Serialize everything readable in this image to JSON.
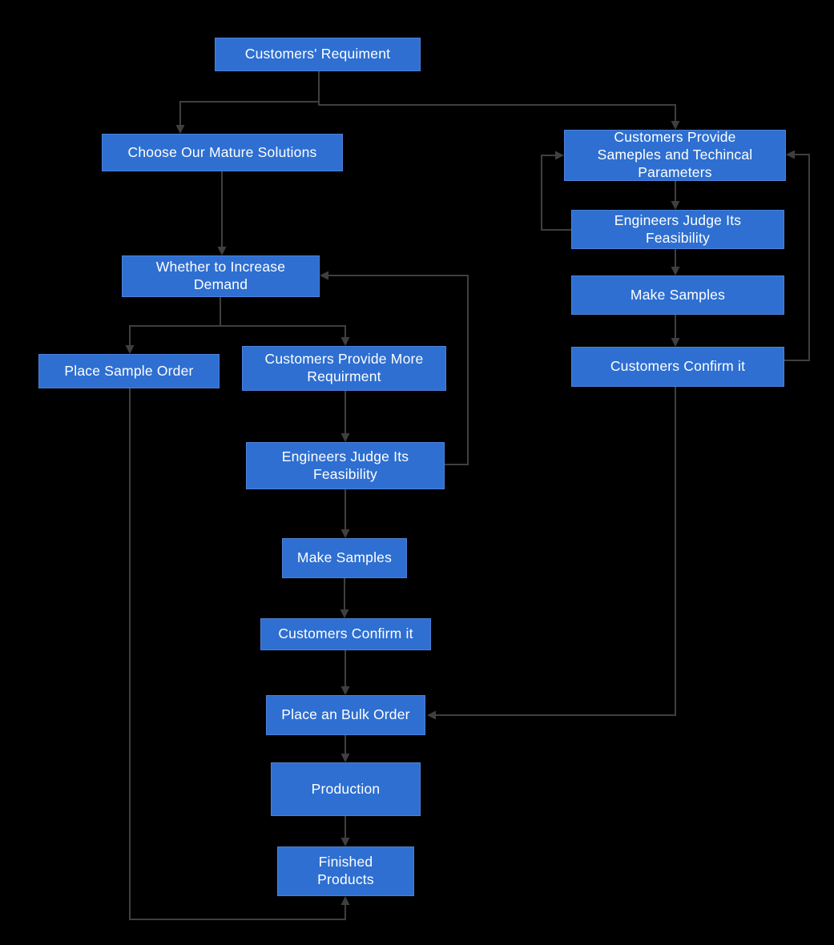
{
  "colors": {
    "background": "#000000",
    "node_fill": "#2e6fd1",
    "node_border": "#4e82d8",
    "node_text": "#ffffff",
    "connector": "#3f3f3f"
  },
  "nodes": {
    "customers_requirement": {
      "label": "Customers' Requiment"
    },
    "choose_mature_solutions": {
      "label": "Choose Our Mature Solutions"
    },
    "whether_increase_demand": {
      "label": "Whether to Increase\nDemand"
    },
    "place_sample_order": {
      "label": "Place Sample Order"
    },
    "customers_provide_more_requirement": {
      "label": "Customers Provide More\nRequirment"
    },
    "engineers_judge_feasibility_left": {
      "label": "Engineers Judge Its\nFeasibility"
    },
    "make_samples_left": {
      "label": "Make Samples"
    },
    "customers_confirm_left": {
      "label": "Customers Confirm it"
    },
    "place_bulk_order": {
      "label": "Place an Bulk Order"
    },
    "production": {
      "label": "Production"
    },
    "finished_products": {
      "label": "Finished\nProducts"
    },
    "customers_provide_samples": {
      "label": "Customers Provide\nSameples and Techincal\nParameters"
    },
    "engineers_judge_feasibility_right": {
      "label": "Engineers Judge Its\nFeasibility"
    },
    "make_samples_right": {
      "label": "Make Samples"
    },
    "customers_confirm_right": {
      "label": "Customers Confirm it"
    }
  },
  "edges": [
    {
      "from": "customers_requirement",
      "to": "choose_mature_solutions"
    },
    {
      "from": "customers_requirement",
      "to": "customers_provide_samples"
    },
    {
      "from": "choose_mature_solutions",
      "to": "whether_increase_demand"
    },
    {
      "from": "whether_increase_demand",
      "to": "place_sample_order"
    },
    {
      "from": "whether_increase_demand",
      "to": "customers_provide_more_requirement"
    },
    {
      "from": "customers_provide_more_requirement",
      "to": "engineers_judge_feasibility_left"
    },
    {
      "from": "engineers_judge_feasibility_left",
      "to": "whether_increase_demand"
    },
    {
      "from": "engineers_judge_feasibility_left",
      "to": "make_samples_left"
    },
    {
      "from": "make_samples_left",
      "to": "customers_confirm_left"
    },
    {
      "from": "customers_confirm_left",
      "to": "place_bulk_order"
    },
    {
      "from": "place_bulk_order",
      "to": "production"
    },
    {
      "from": "production",
      "to": "finished_products"
    },
    {
      "from": "place_sample_order",
      "to": "finished_products"
    },
    {
      "from": "customers_provide_samples",
      "to": "engineers_judge_feasibility_right"
    },
    {
      "from": "engineers_judge_feasibility_right",
      "to": "customers_provide_samples"
    },
    {
      "from": "engineers_judge_feasibility_right",
      "to": "make_samples_right"
    },
    {
      "from": "make_samples_right",
      "to": "customers_confirm_right"
    },
    {
      "from": "customers_confirm_right",
      "to": "customers_provide_samples"
    },
    {
      "from": "customers_confirm_right",
      "to": "place_bulk_order"
    }
  ]
}
